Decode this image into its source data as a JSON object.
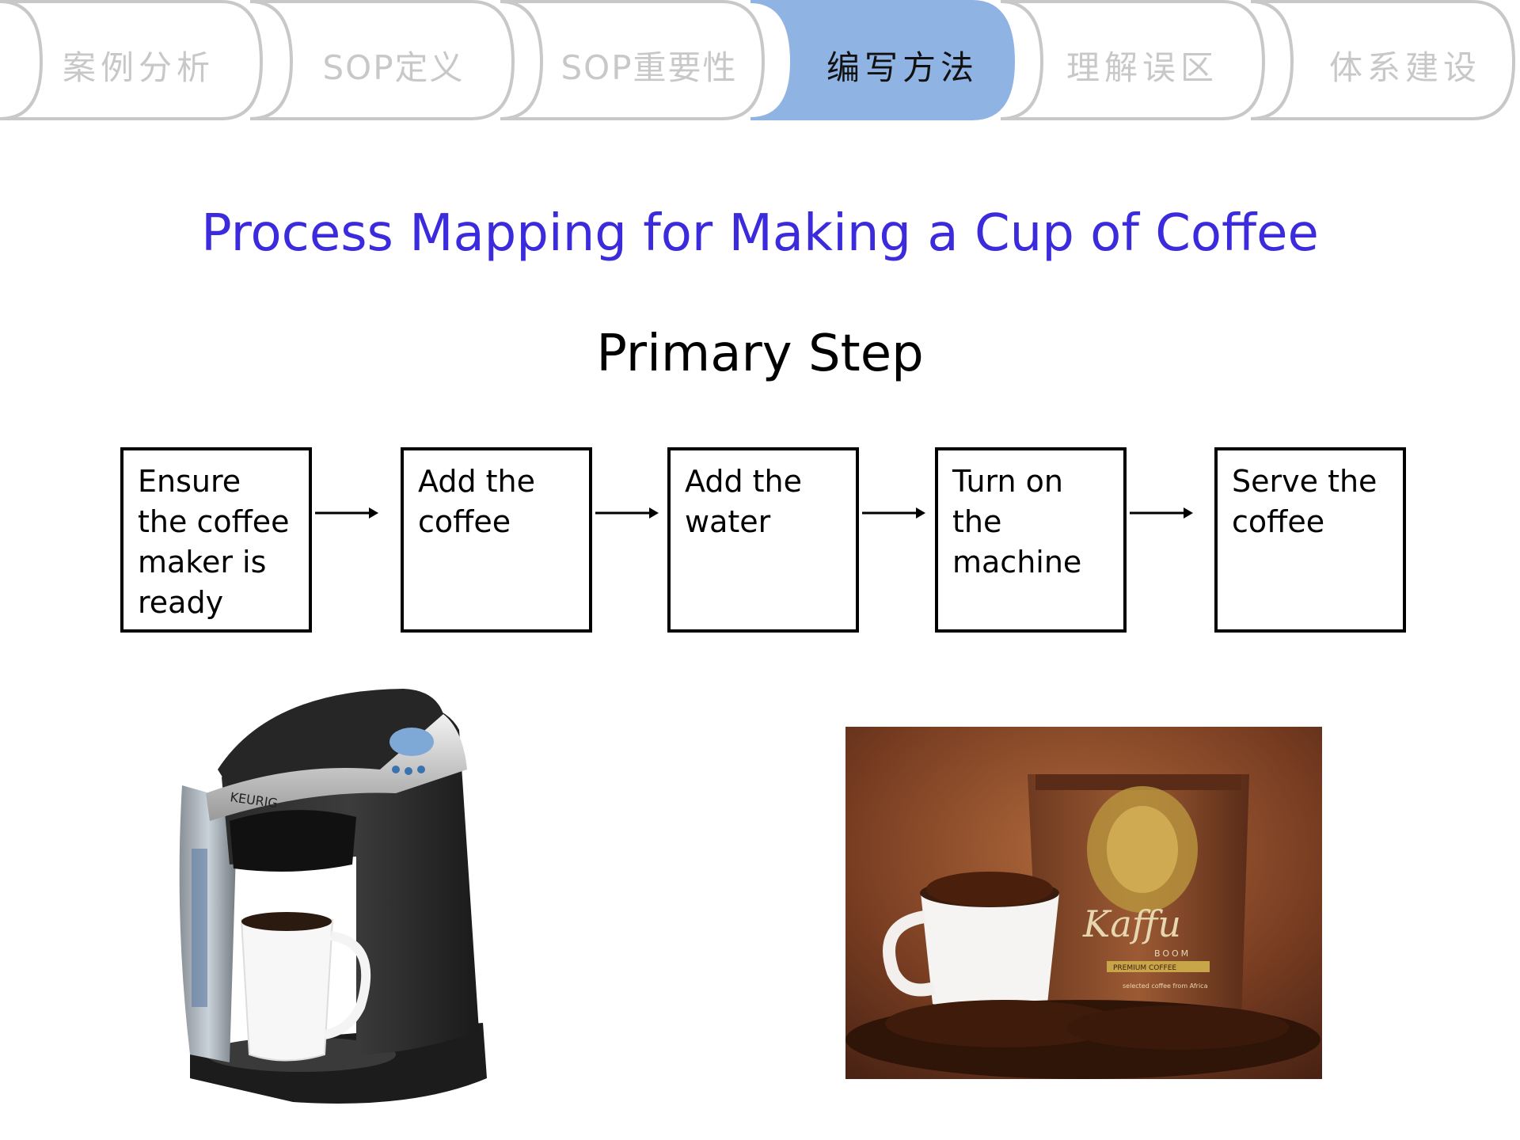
{
  "nav": {
    "tabs": [
      {
        "label": "案例分析",
        "active": false
      },
      {
        "label": "SOP定义",
        "active": false
      },
      {
        "label": "SOP重要性",
        "active": false
      },
      {
        "label": "编写方法",
        "active": true
      },
      {
        "label": "理解误区",
        "active": false
      },
      {
        "label": "体系建设",
        "active": false
      }
    ],
    "active_color": "#8fb3e3",
    "inactive_border_color": "#c8c8c8"
  },
  "title": "Process Mapping for Making a Cup of Coffee",
  "subtitle": "Primary Step",
  "steps": [
    "Ensure the coffee maker is ready",
    "Add the coffee",
    "Add the water",
    "Turn on the machine",
    "Serve the coffee"
  ],
  "images": {
    "machine_logo": "KEURIG",
    "bag_brand": "Kaffu",
    "bag_sub": "BOOM",
    "bag_band": "PREMIUM COFFEE",
    "bag_small": "selected coffee from Africa"
  },
  "colors": {
    "title": "#3b2bdd",
    "tab_active_fill": "#8fb3e3",
    "tab_inactive_text": "#c8c8c8"
  }
}
